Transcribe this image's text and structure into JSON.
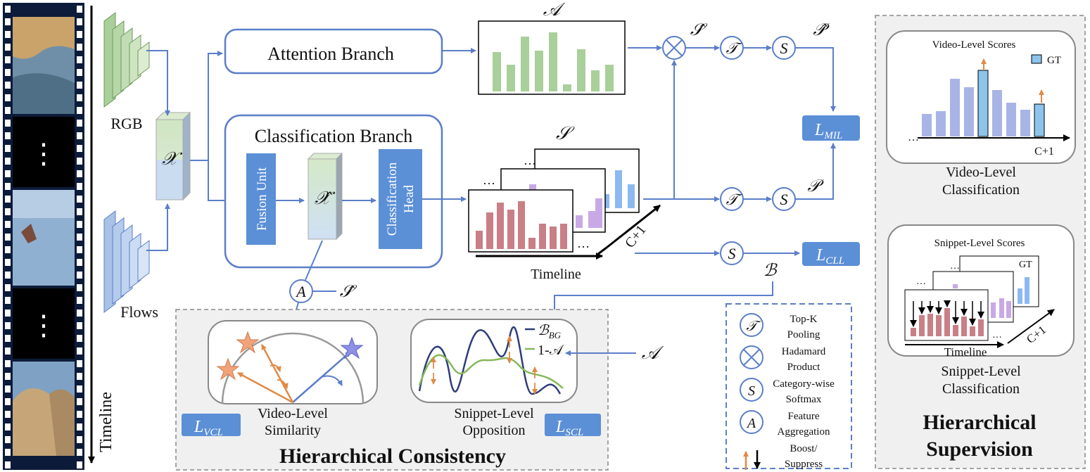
{
  "timeline_label": "Timeline",
  "film_dots": "⋮",
  "inputs": {
    "rgb": "RGB",
    "flows": "Flows"
  },
  "features": {
    "x": "𝒳",
    "x_hat": "𝒳̂"
  },
  "branches": {
    "attention": "Attention Branch",
    "classification": "Classification Branch"
  },
  "modules": {
    "fusion_unit": "Fusion Unit",
    "classification_head": "Classification Head"
  },
  "symbols": {
    "A": "𝒜",
    "S": "𝒮",
    "S_hat": "𝒮̂",
    "P": "𝒫",
    "P_hat": "𝒫̂",
    "B": "ℬ",
    "T_op": "𝒯",
    "S_op": "S",
    "A_op": "A",
    "otimes": "⊗"
  },
  "losses": {
    "mil": "L",
    "mil_sub": "MIL",
    "cll": "L",
    "cll_sub": "CLL",
    "vcl": "L",
    "vcl_sub": "VCL",
    "scl": "L",
    "scl_sub": "SCL"
  },
  "axis": {
    "c_plus_1": "C+1",
    "timeline": "Timeline",
    "ellipsis": "…"
  },
  "consistency": {
    "title": "Hierarchical Consistency",
    "video_level": [
      "Video-Level",
      "Similarity"
    ],
    "snippet_level": [
      "Snippet-Level",
      "Opposition"
    ],
    "b_bg_label": "ℬ",
    "b_bg_sub": "BG",
    "one_minus_a": "1-𝒜"
  },
  "legend": [
    {
      "symbol": "𝒯",
      "lines": [
        "Top-K",
        "Pooling"
      ]
    },
    {
      "symbol": "⊗",
      "lines": [
        "Hadamard",
        "Product"
      ]
    },
    {
      "symbol": "S",
      "lines": [
        "Category-wise",
        "Softmax"
      ]
    },
    {
      "symbol": "A",
      "lines": [
        "Feature",
        "Aggregation"
      ]
    },
    {
      "symbol": "arrows",
      "lines": [
        "Boost/",
        "Suppress"
      ]
    }
  ],
  "supervision": {
    "title_lines": [
      "Hierarchical",
      "Supervision"
    ],
    "video_scores_title": "Video-Level Scores",
    "gt": "GT",
    "video_caption": [
      "Video-Level",
      "Classification"
    ],
    "snippet_scores_title": "Snippet-Level Scores",
    "snippet_gt": "GT",
    "snippet_timeline": "Timeline",
    "snippet_caption": [
      "Snippet-Level",
      "Classification"
    ]
  },
  "colors": {
    "blue": "#5b7ec9",
    "green": "#a9cf9a",
    "red": "#c97f86",
    "purple": "#c8a9e6",
    "lightblue": "#8cb9f2",
    "panel": "#f0f0f0",
    "orange": "#e08a45",
    "loss": "#5b8fd6"
  }
}
